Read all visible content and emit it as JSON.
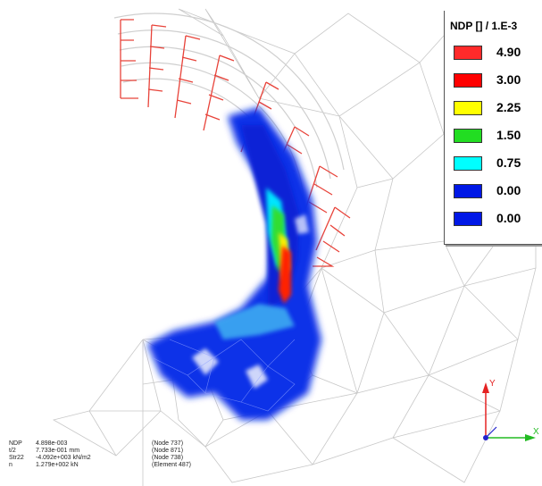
{
  "legend": {
    "title": "NDP [] / 1.E-3",
    "entries": [
      {
        "value": "4.90",
        "color": "#ff2a2a"
      },
      {
        "value": "3.00",
        "color": "#ff0000"
      },
      {
        "value": "2.25",
        "color": "#ffff00"
      },
      {
        "value": "1.50",
        "color": "#22dd22"
      },
      {
        "value": "0.75",
        "color": "#00ffff"
      },
      {
        "value": "0.00",
        "color": "#0018e6"
      },
      {
        "value": "0.00",
        "color": "#0018e6"
      }
    ]
  },
  "readout": [
    {
      "label": "NDP",
      "value": "4.898e-003",
      "node": "(Node 737)"
    },
    {
      "label": "t/2",
      "value": "7.733e-001 mm",
      "node": "(Node 871)"
    },
    {
      "label": "Str22",
      "value": "-4.092e+003 kN/m2",
      "node": "(Node 738)"
    },
    {
      "label": "n",
      "value": "1.279e+002 kN",
      "node": "(Element 487)"
    }
  ],
  "axes": {
    "y_label": "Y",
    "x_label": "X"
  },
  "colors": {
    "mesh": "#c8c8c8",
    "lining": "#d0d0d0",
    "reinforcement": "#e8433a",
    "field": "#1030e8"
  }
}
